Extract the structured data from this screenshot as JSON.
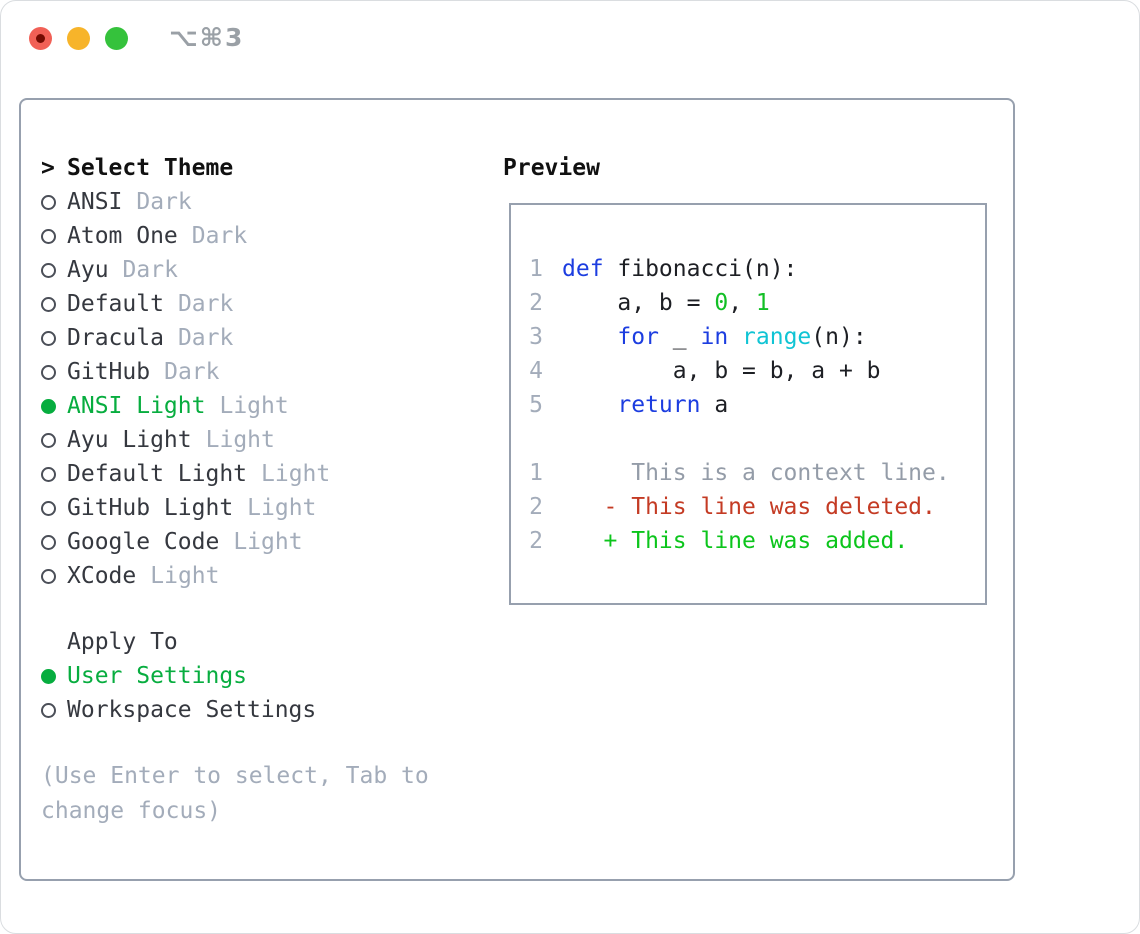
{
  "window": {
    "title": "⌥⌘3"
  },
  "theme_panel": {
    "prompt": ">",
    "header": "Select Theme",
    "themes": [
      {
        "label": "ANSI",
        "variant": "Dark",
        "selected": false
      },
      {
        "label": "Atom One",
        "variant": "Dark",
        "selected": false
      },
      {
        "label": "Ayu",
        "variant": "Dark",
        "selected": false
      },
      {
        "label": "Default",
        "variant": "Dark",
        "selected": false
      },
      {
        "label": "Dracula",
        "variant": "Dark",
        "selected": false
      },
      {
        "label": "GitHub",
        "variant": "Dark",
        "selected": false
      },
      {
        "label": "ANSI Light",
        "variant": "Light",
        "selected": true
      },
      {
        "label": "Ayu Light",
        "variant": "Light",
        "selected": false
      },
      {
        "label": "Default Light",
        "variant": "Light",
        "selected": false
      },
      {
        "label": "GitHub Light",
        "variant": "Light",
        "selected": false
      },
      {
        "label": "Google Code",
        "variant": "Light",
        "selected": false
      },
      {
        "label": "XCode",
        "variant": "Light",
        "selected": false
      }
    ],
    "apply_to": {
      "header": "Apply To",
      "options": [
        {
          "label": "User Settings",
          "selected": true
        },
        {
          "label": "Workspace Settings",
          "selected": false
        }
      ]
    },
    "hint": "(Use Enter to select, Tab to change focus)"
  },
  "preview": {
    "header": "Preview",
    "lines": [
      {
        "num": "1",
        "segments": [
          {
            "cls": "kw",
            "text": "def"
          },
          {
            "cls": "plain",
            "text": " fibonacci(n):"
          }
        ]
      },
      {
        "num": "2",
        "segments": [
          {
            "cls": "plain",
            "text": "    a, b = "
          },
          {
            "cls": "nm",
            "text": "0"
          },
          {
            "cls": "plain",
            "text": ", "
          },
          {
            "cls": "nm",
            "text": "1"
          }
        ]
      },
      {
        "num": "3",
        "segments": [
          {
            "cls": "plain",
            "text": "    "
          },
          {
            "cls": "kw",
            "text": "for"
          },
          {
            "cls": "plain",
            "text": " _ "
          },
          {
            "cls": "kw",
            "text": "in"
          },
          {
            "cls": "plain",
            "text": " "
          },
          {
            "cls": "bi",
            "text": "range"
          },
          {
            "cls": "plain",
            "text": "(n):"
          }
        ]
      },
      {
        "num": "4",
        "segments": [
          {
            "cls": "plain",
            "text": "        a, b = b, a + b"
          }
        ]
      },
      {
        "num": "5",
        "segments": [
          {
            "cls": "plain",
            "text": "    "
          },
          {
            "cls": "kw",
            "text": "return"
          },
          {
            "cls": "plain",
            "text": " a"
          }
        ]
      },
      {
        "num": "",
        "segments": []
      },
      {
        "num": "1",
        "segments": [
          {
            "cls": "ctx",
            "text": "     This is a context line."
          }
        ]
      },
      {
        "num": "2",
        "segments": [
          {
            "cls": "del",
            "text": "   - This line was deleted."
          }
        ]
      },
      {
        "num": "2",
        "segments": [
          {
            "cls": "add",
            "text": "   + This line was added."
          }
        ]
      }
    ]
  },
  "colors": {
    "selected_green": "#07ad3f",
    "keyword_blue": "#1c3de0",
    "builtin_cyan": "#10c4d4",
    "number_green": "#12bf25",
    "added_green": "#0cc51c",
    "deleted_red": "#c43b24",
    "muted_gray": "#a3acba",
    "context_gray": "#949ca8",
    "border_gray": "#97a0ae",
    "traffic_red": "#f16056",
    "traffic_yellow": "#f7b42a",
    "traffic_green": "#35c23c"
  }
}
